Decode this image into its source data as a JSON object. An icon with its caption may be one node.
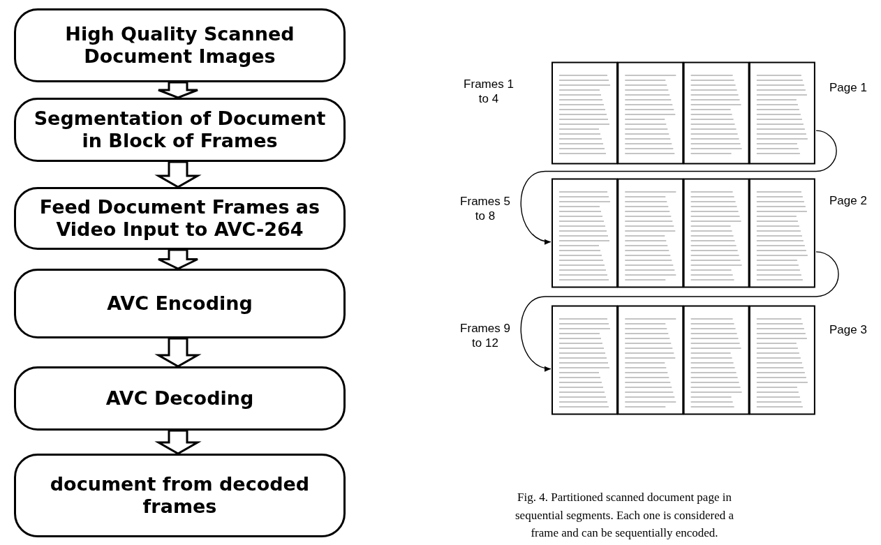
{
  "diagram": {
    "caption": "Fig. 4. Partitioned scanned document page in sequential segments. Each one is considered a frame and can be sequentially encoded.",
    "nodes": [
      {
        "text": [
          "High Quality Scanned Document Images"
        ]
      },
      {
        "text": [
          "Segmentation of Document in Block of Frames"
        ]
      },
      {
        "text": [
          "Feed Document Frames as Video Input to AVC-264"
        ]
      },
      {
        "text": [
          "AVC Encoding"
        ]
      },
      {
        "text": [
          "AVC Decoding"
        ]
      },
      {
        "text": [
          "document from decoded frames"
        ]
      },
      {
        "text": [],
        "shape": "picture",
        "beside": [
          "Frames 1 to 4",
          "Page 1"
        ]
      },
      {
        "text": [],
        "shape": "picture",
        "beside": [
          "Frames 5 to 8",
          "Page 2"
        ]
      },
      {
        "text": [],
        "shape": "picture",
        "beside": [
          "Frames 9 to 12",
          "Page 3"
        ]
      }
    ],
    "edges": [
      {
        "from": 0,
        "to": 1,
        "arrow": "to"
      },
      {
        "from": 1,
        "to": 2,
        "arrow": "to"
      },
      {
        "from": 2,
        "to": 3,
        "arrow": "to"
      },
      {
        "from": 3,
        "to": 4,
        "arrow": "to"
      },
      {
        "from": 4,
        "to": 5,
        "arrow": "to"
      },
      {
        "from": 6,
        "to": 7,
        "arrow": "to"
      },
      {
        "from": 7,
        "to": 8,
        "arrow": "to"
      }
    ]
  }
}
